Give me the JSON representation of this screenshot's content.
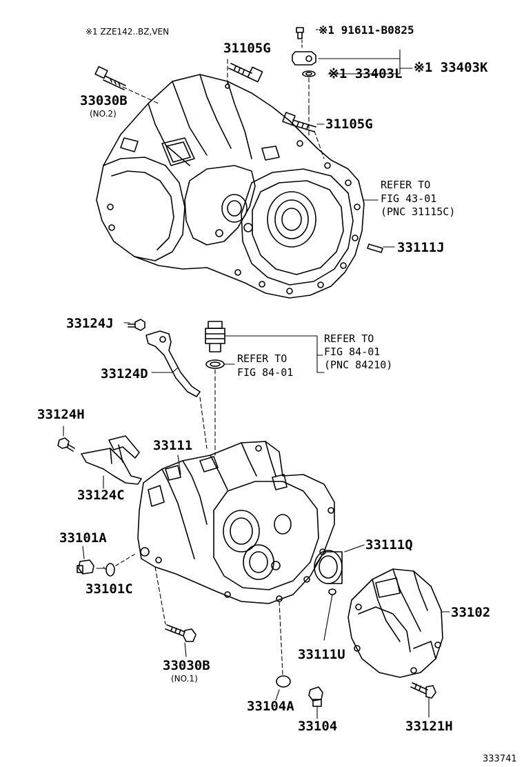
{
  "header_note": "※1 ZZE142..BZ,VEN",
  "figure_number": "333741",
  "labels": {
    "p191611": "※1 91611-B0825",
    "p31105g_top": "31105G",
    "p33403l": "※1 33403L",
    "p33403k": "※1 33403K",
    "p33030b_top": "33030B",
    "p33030b_top_sub": "(NO.2)",
    "p31105g_mid": "31105G",
    "ref_fig43_l1": "REFER TO",
    "ref_fig43_l2": "FIG 43-01",
    "ref_fig43_l3": "(PNC 31115C)",
    "p33111j": "33111J",
    "p33124j": "33124J",
    "ref_fig84a_l1": "REFER TO",
    "ref_fig84a_l2": "FIG 84-01",
    "ref_fig84a_l3": "(PNC 84210)",
    "ref_fig84b_l1": "REFER TO",
    "ref_fig84b_l2": "FIG 84-01",
    "p33124d": "33124D",
    "p33124h": "33124H",
    "p33111": "33111",
    "p33124c": "33124C",
    "p33101a": "33101A",
    "p33101c": "33101C",
    "p33111q": "33111Q",
    "p33102": "33102",
    "p33111u": "33111U",
    "p33030b_bot": "33030B",
    "p33030b_bot_sub": "(NO.1)",
    "p33104a": "33104A",
    "p33104": "33104",
    "p33121h": "33121H"
  }
}
